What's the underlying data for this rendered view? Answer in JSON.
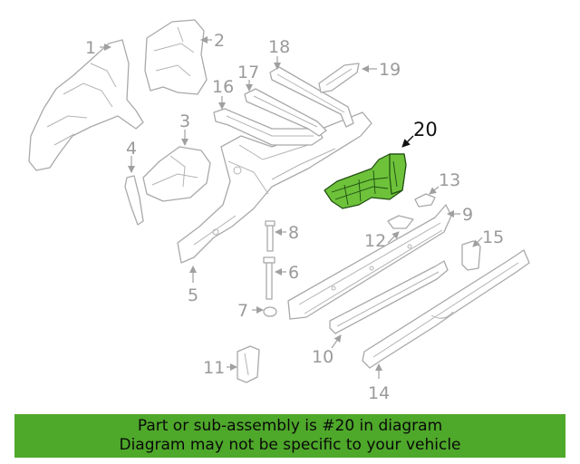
{
  "callouts": [
    "1",
    "2",
    "3",
    "4",
    "5",
    "6",
    "7",
    "8",
    "9",
    "10",
    "11",
    "12",
    "13",
    "14",
    "15",
    "16",
    "17",
    "18",
    "19",
    "20"
  ],
  "highlight": {
    "callout": "20",
    "color": "#6dc23a"
  },
  "banner": {
    "line1": "Part or sub-assembly is #20 in diagram",
    "line2": "Diagram may not be specific to your vehicle",
    "color": "#4ea82a"
  }
}
